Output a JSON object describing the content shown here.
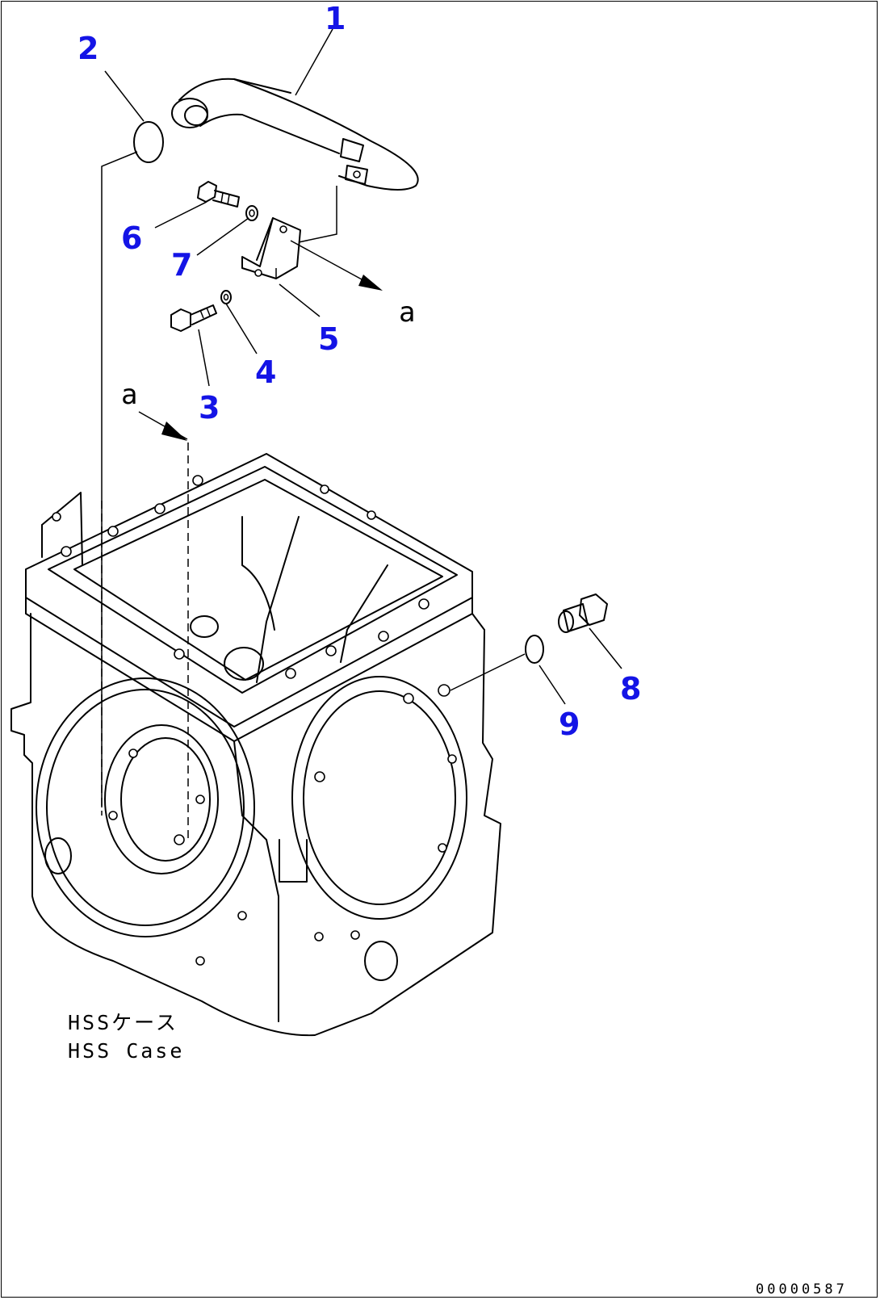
{
  "callouts": [
    {
      "id": "1",
      "label": "1"
    },
    {
      "id": "2",
      "label": "2"
    },
    {
      "id": "3",
      "label": "3"
    },
    {
      "id": "4",
      "label": "4"
    },
    {
      "id": "5",
      "label": "5"
    },
    {
      "id": "6",
      "label": "6"
    },
    {
      "id": "7",
      "label": "7"
    },
    {
      "id": "8",
      "label": "8"
    },
    {
      "id": "9",
      "label": "9"
    }
  ],
  "references": {
    "a_upper": "a",
    "a_lower": "a"
  },
  "caption": {
    "jp": "HSSケース",
    "en": "HSS Case"
  },
  "doc_id": "00000587",
  "colors": {
    "callout": "#1414e6",
    "line": "#000000",
    "background": "#ffffff"
  }
}
